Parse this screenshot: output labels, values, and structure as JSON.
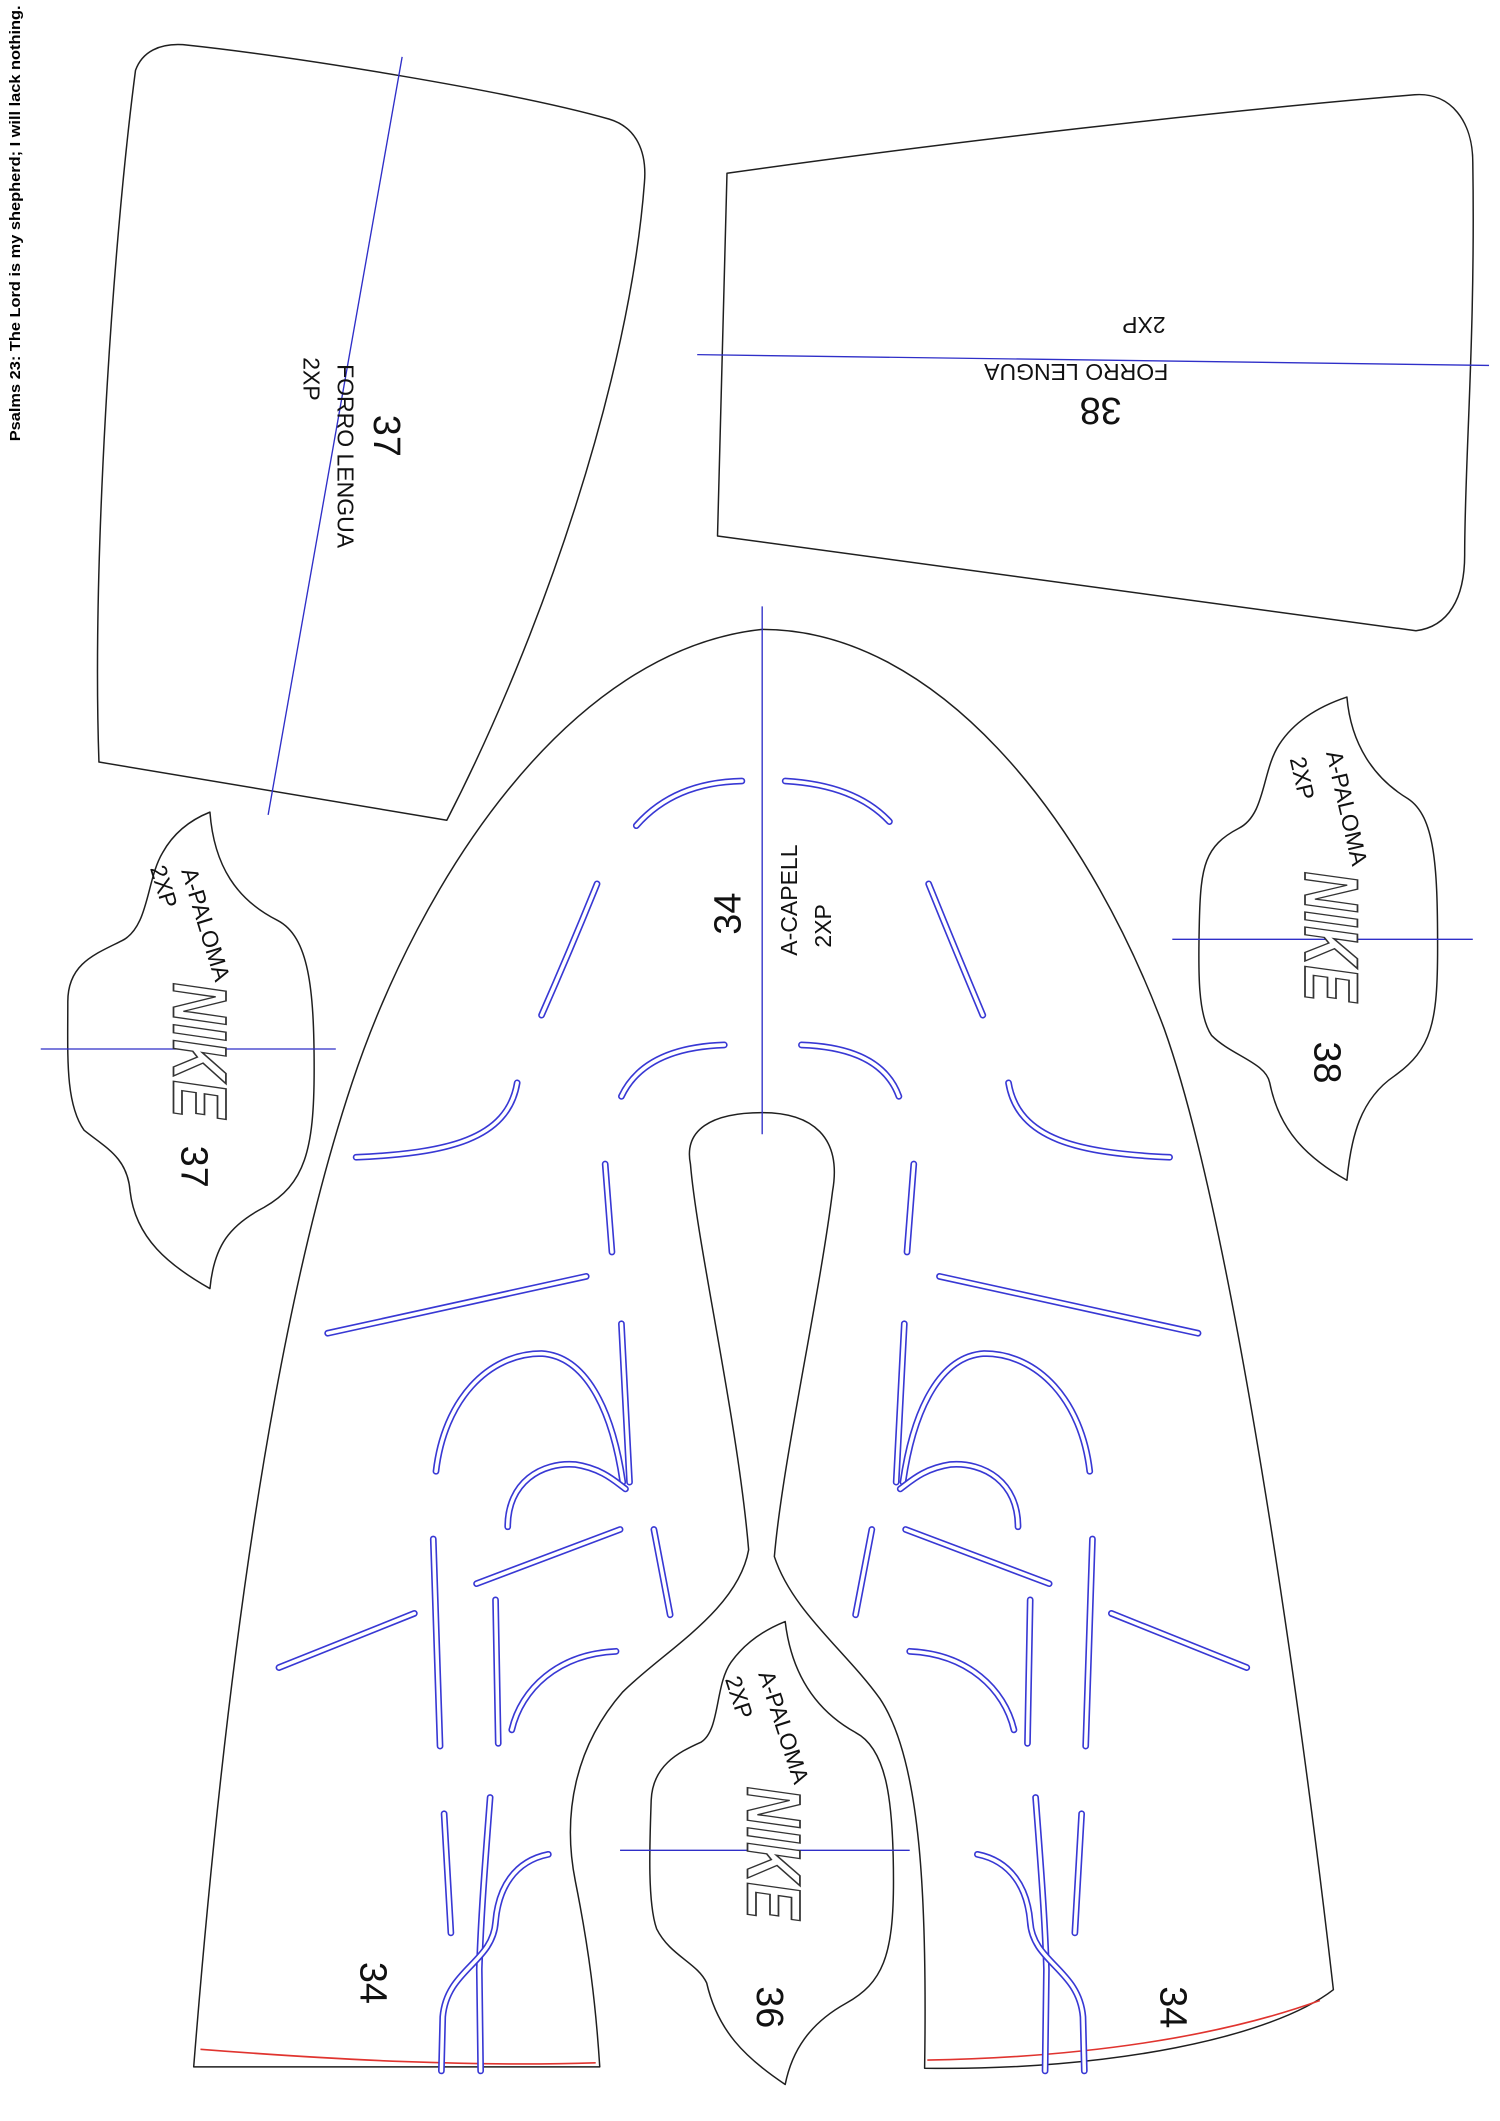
{
  "verse": "Psalms 23: The Lord is my shepherd; I will lack nothing.",
  "colors": {
    "outline": "#1f1f1f",
    "grainline": "#2f2fc8",
    "stitch": "#3838d4",
    "seam": "#e0342f"
  },
  "pieces": {
    "forro_lengua_37": {
      "number": "37",
      "name": "FORRO LENGUA",
      "quantity": "2XP"
    },
    "forro_lengua_38": {
      "number": "38",
      "name": "FORRO LENGUA",
      "quantity": "2XP"
    },
    "capell_34": {
      "number": "34",
      "name": "A-CAPELL",
      "quantity": "2XP",
      "left_leg_number": "34",
      "right_leg_number": "34"
    },
    "paloma_37": {
      "name": "A-PALOMA",
      "quantity": "2XP",
      "logo": "NIKE",
      "number": "37"
    },
    "paloma_38": {
      "name": "A-PALOMA",
      "quantity": "2XP",
      "logo": "NIKE",
      "number": "38"
    },
    "paloma_36": {
      "name": "A-PALOMA",
      "quantity": "2XP",
      "logo": "NIKE",
      "number": "36"
    }
  }
}
